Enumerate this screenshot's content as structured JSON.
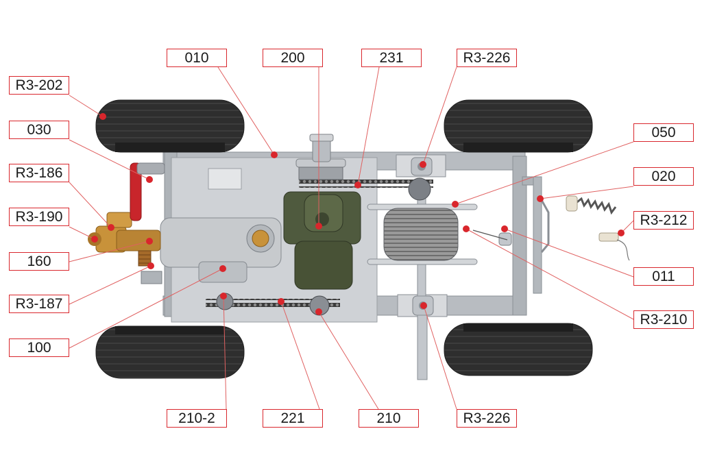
{
  "colors": {
    "accent": "#d9262c",
    "leader": "#e06060",
    "tire": "#2e2e2e",
    "plate": "#cfd2d6",
    "gearbox_green": "#4f5a3e",
    "brass": "#c8923a",
    "handle_red": "#c8252b"
  },
  "callouts": [
    {
      "id": "010",
      "label": "010"
    },
    {
      "id": "200",
      "label": "200"
    },
    {
      "id": "231",
      "label": "231"
    },
    {
      "id": "r3-226-top",
      "label": "R3-226"
    },
    {
      "id": "r3-202",
      "label": "R3-202"
    },
    {
      "id": "030",
      "label": "030"
    },
    {
      "id": "r3-186",
      "label": "R3-186"
    },
    {
      "id": "r3-190",
      "label": "R3-190"
    },
    {
      "id": "160",
      "label": "160"
    },
    {
      "id": "r3-187",
      "label": "R3-187"
    },
    {
      "id": "100",
      "label": "100"
    },
    {
      "id": "050",
      "label": "050"
    },
    {
      "id": "020",
      "label": "020"
    },
    {
      "id": "r3-212",
      "label": "R3-212"
    },
    {
      "id": "011",
      "label": "011"
    },
    {
      "id": "r3-210",
      "label": "R3-210"
    },
    {
      "id": "210-2",
      "label": "210-2"
    },
    {
      "id": "221",
      "label": "221"
    },
    {
      "id": "210",
      "label": "210"
    },
    {
      "id": "r3-226-bottom",
      "label": "R3-226"
    }
  ]
}
